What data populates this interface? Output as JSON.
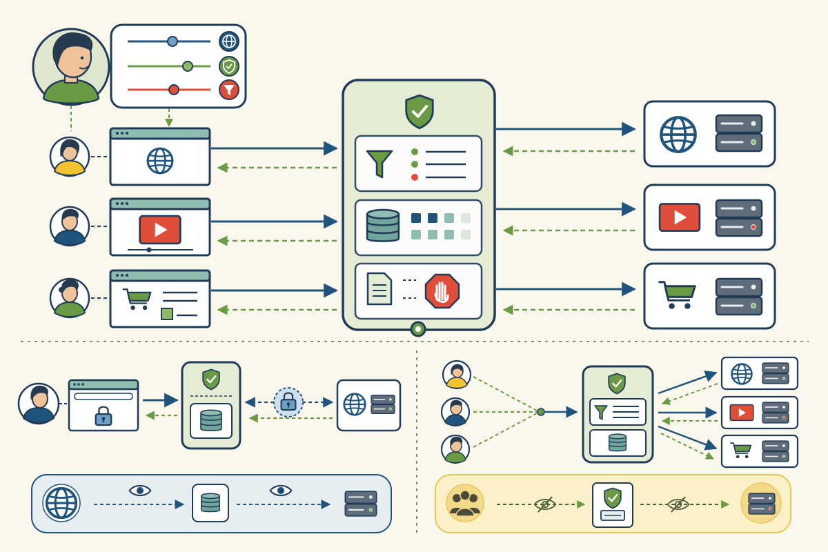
{
  "diagram": {
    "description_text": "",
    "colors": {
      "background": "#faf7ec",
      "navy": "#1f3b57",
      "blue": "#20547c",
      "green": "#6a9a44",
      "red": "#e04e3a",
      "proxy_fill": "#e4ecd6",
      "server_fill": "#5f6d7a",
      "teal": "#6fa59a",
      "amber_panel": "#fbf0c8",
      "blue_panel": "#e7eef1",
      "skin": "#eec39a",
      "hair": "#263a50"
    },
    "top_section": {
      "controls_panel": {
        "sliders": [
          {
            "color": "#20547c",
            "level": 0.45,
            "icon": "globe-icon"
          },
          {
            "color": "#6a9a44",
            "level": 0.75,
            "icon": "shield-icon"
          },
          {
            "color": "#e04e3a",
            "level": 0.55,
            "icon": "filter-icon"
          }
        ]
      },
      "clients": [
        {
          "avatar": "woman-yellow-avatar",
          "window_content": "globe-icon"
        },
        {
          "avatar": "man-blue-avatar",
          "window_content": "video-play-icon"
        },
        {
          "avatar": "woman-green-avatar",
          "window_content": "shopping-cart-icon"
        }
      ],
      "proxy": {
        "header_icon": "shield-check-icon",
        "modules": [
          "filter-module",
          "cache-module",
          "block-module"
        ]
      },
      "servers": [
        {
          "content_icon": "globe-icon",
          "server_icon": "server-icon"
        },
        {
          "content_icon": "video-play-icon",
          "server_icon": "server-icon"
        },
        {
          "content_icon": "shopping-cart-icon",
          "server_icon": "server-icon"
        }
      ]
    },
    "bottom_left": {
      "flow": [
        "user-avatar",
        "locked-browser-window",
        "proxy-box",
        "padlock-badge",
        "server-box"
      ],
      "monitor_strip": [
        "globe-icon",
        "eye-icon",
        "database-icon",
        "eye-icon",
        "server-icon"
      ]
    },
    "bottom_right": {
      "flow": [
        "user-avatars",
        "merge-point",
        "proxy-box",
        "server-boxes"
      ],
      "anonymity_strip": [
        "group-icon",
        "eye-slash-icon",
        "shield-document-icon",
        "eye-slash-icon",
        "server-icon"
      ]
    }
  }
}
